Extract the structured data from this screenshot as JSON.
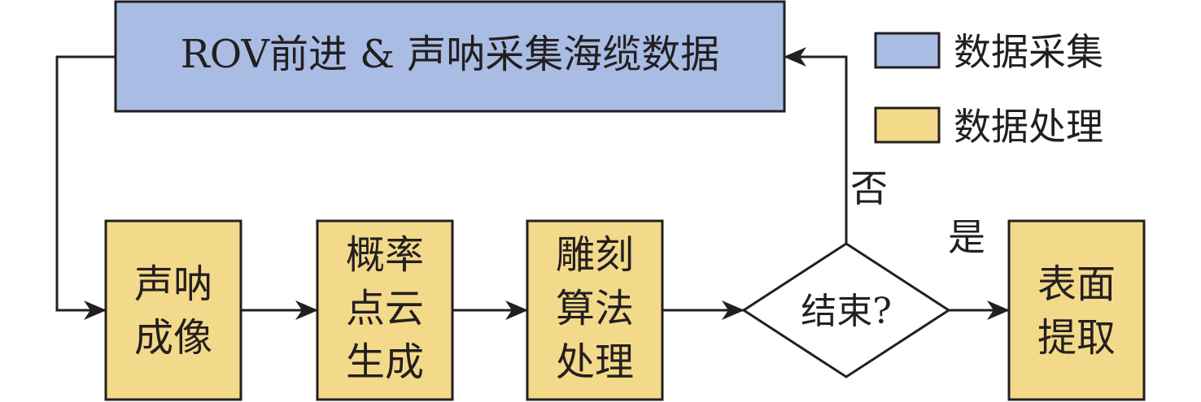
{
  "colors": {
    "collect": "#a9bce4",
    "process": "#f3d98a",
    "stroke": "#231f20",
    "background": "#ffffff"
  },
  "nodes": {
    "collect_box": {
      "label": "ROV前进 & 声呐采集海缆数据"
    },
    "sonar_imaging": {
      "lines": [
        "声呐",
        "成像"
      ]
    },
    "prob_point_cloud": {
      "lines": [
        "概率",
        "点云",
        "生成"
      ]
    },
    "carving_algo": {
      "lines": [
        "雕刻",
        "算法",
        "处理"
      ]
    },
    "decision": {
      "label": "结束?"
    },
    "surface_extract": {
      "lines": [
        "表面",
        "提取"
      ]
    }
  },
  "edges": {
    "no_label": "否",
    "yes_label": "是"
  },
  "legend": {
    "collect_label": "数据采集",
    "process_label": "数据处理"
  }
}
